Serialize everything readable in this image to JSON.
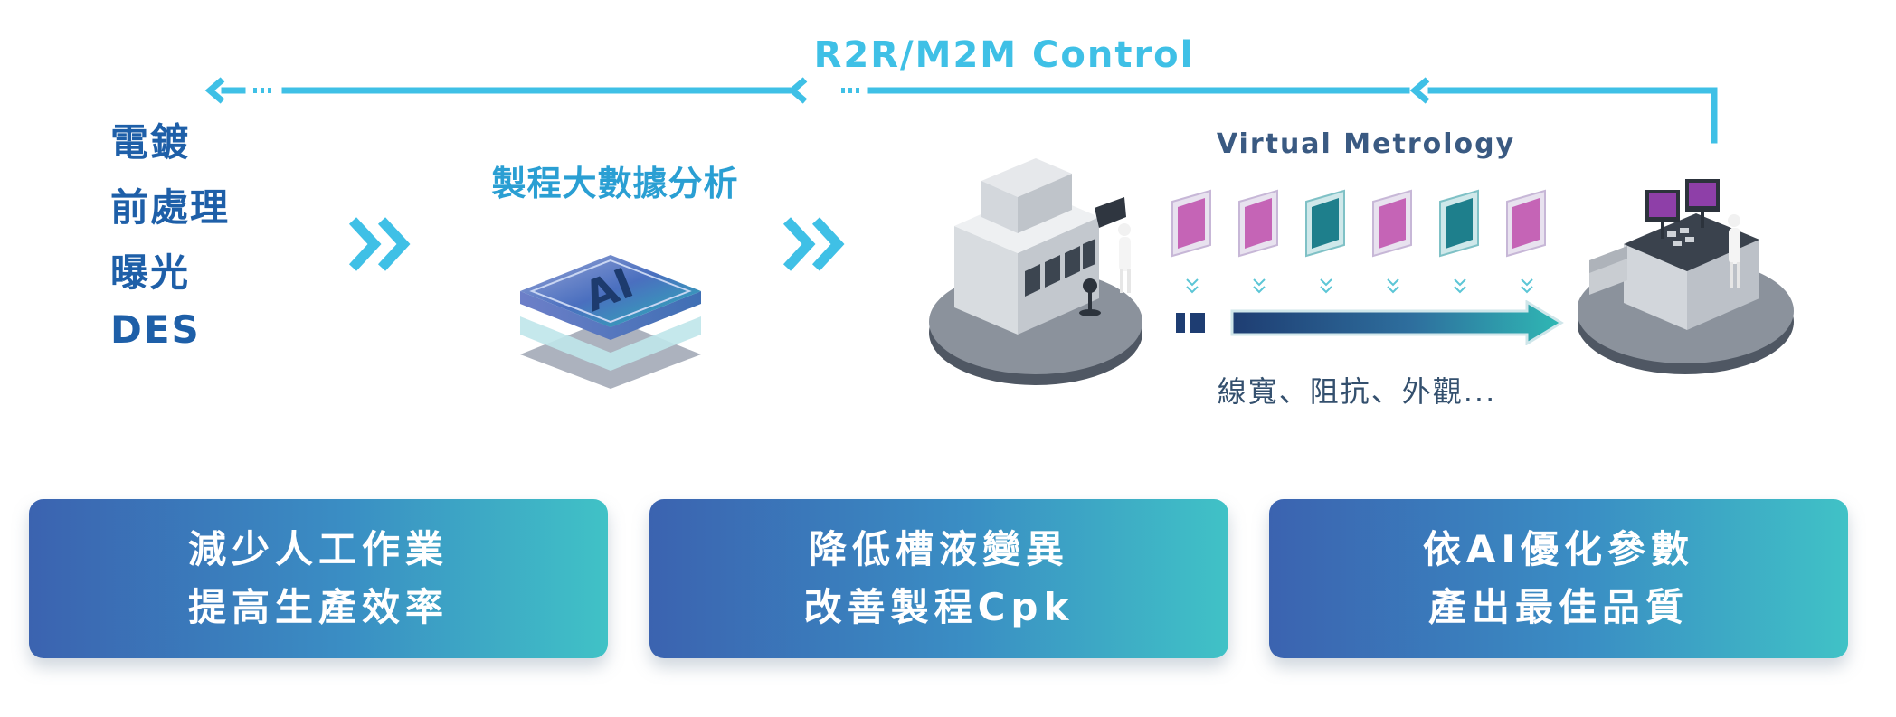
{
  "control_title": "R2R/M2M Control",
  "process_steps": [
    "電鍍",
    "前處理",
    "曝光",
    "DES"
  ],
  "big_data_title": "製程大數據分析",
  "ai_chip_label": "AI",
  "virtual_metrology_title": "Virtual Metrology",
  "measurement_caption": "線寬、阻抗、外觀...",
  "benefit_boxes": [
    {
      "line1": "減少人工作業",
      "line2": "提高生產效率"
    },
    {
      "line1": "降低槽液變異",
      "line2": "改善製程Cpk"
    },
    {
      "line1": "依AI優化參數",
      "line2": "產出最佳品質"
    }
  ],
  "colors": {
    "accent_cyan": "#3fc0e6",
    "process_blue": "#1e5fa8",
    "box_gradient_start": "#3b63b0",
    "box_gradient_end": "#40c2c6",
    "wafer_magenta": "#c564b6",
    "wafer_teal": "#1e7f8c"
  },
  "icons": [
    "double-chevron-icon",
    "ai-chip-icon",
    "process-machine-icon",
    "metrology-machine-icon",
    "wafer-icon",
    "arrow-left-icon",
    "arrow-right-icon"
  ]
}
